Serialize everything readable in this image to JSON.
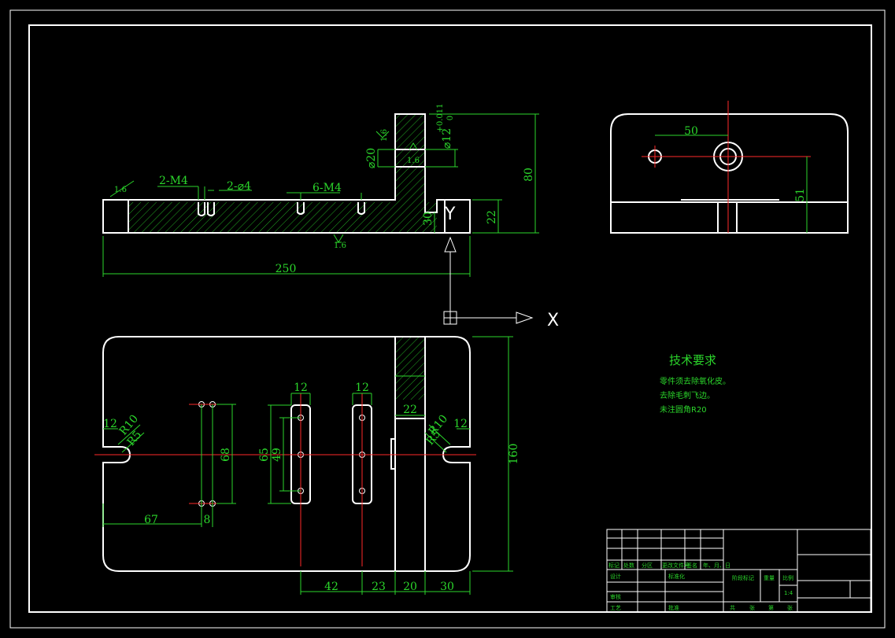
{
  "front_view": {
    "labels": {
      "holes_m4_left": "2-M4",
      "holes_phi4": "2-⌀4",
      "holes_m4_right": "6-M4",
      "bore": "⌀12",
      "bore_tol_upper": "+0.011",
      "bore_tol_lower": "0",
      "counterbore": "⌀20",
      "rough_top": "1.6",
      "rough_bore": "1.6",
      "rough_left": "1.6",
      "rough_bottom": "1.6"
    },
    "dimensions": {
      "length": "250",
      "height": "80",
      "step_height": "22",
      "slot_height": "30"
    }
  },
  "side_view": {
    "dimensions": {
      "hole_offset": "50",
      "hole_height": "51"
    }
  },
  "top_view": {
    "dimensions": {
      "width": "160",
      "slot_width_left": "12",
      "slot_width_right": "12",
      "radius_left_1": "R10",
      "radius_left_2": "R5",
      "radius_right_1": "R10",
      "radius_right_2": "R5",
      "slot_w_1": "12",
      "slot_w_2": "12",
      "pin_spacing": "68",
      "slot_len_outer": "65",
      "slot_len_inner": "49",
      "rib_width": "22",
      "dx_67": "67",
      "dx_8": "8",
      "dx_42": "42",
      "dx_23": "23",
      "dx_20": "20",
      "dx_30": "30"
    }
  },
  "ucs": {
    "x_label": "X",
    "y_label": "Y"
  },
  "technical_requirements": {
    "title": "技术要求",
    "items": [
      "零件须去除氧化皮。",
      "去除毛刺飞边。",
      "未注圆角R20"
    ]
  },
  "title_block": {
    "header_row": [
      "标记",
      "处数",
      "分区",
      "更改文件号",
      "签名",
      "年、月、日"
    ],
    "roles": [
      "设计",
      "审核",
      "工艺"
    ],
    "standardization": "标准化",
    "approve": "批准",
    "stage_mark": "阶段标记",
    "weight": "重量",
    "scale_label": "比例",
    "scale_value": "1:4",
    "sheets": [
      "共",
      "张",
      "第",
      "张"
    ]
  },
  "colors": {
    "background": "#000000",
    "outline": "#ffffff",
    "dimension": "#2bd62b",
    "centerline": "#ff2a2a"
  }
}
